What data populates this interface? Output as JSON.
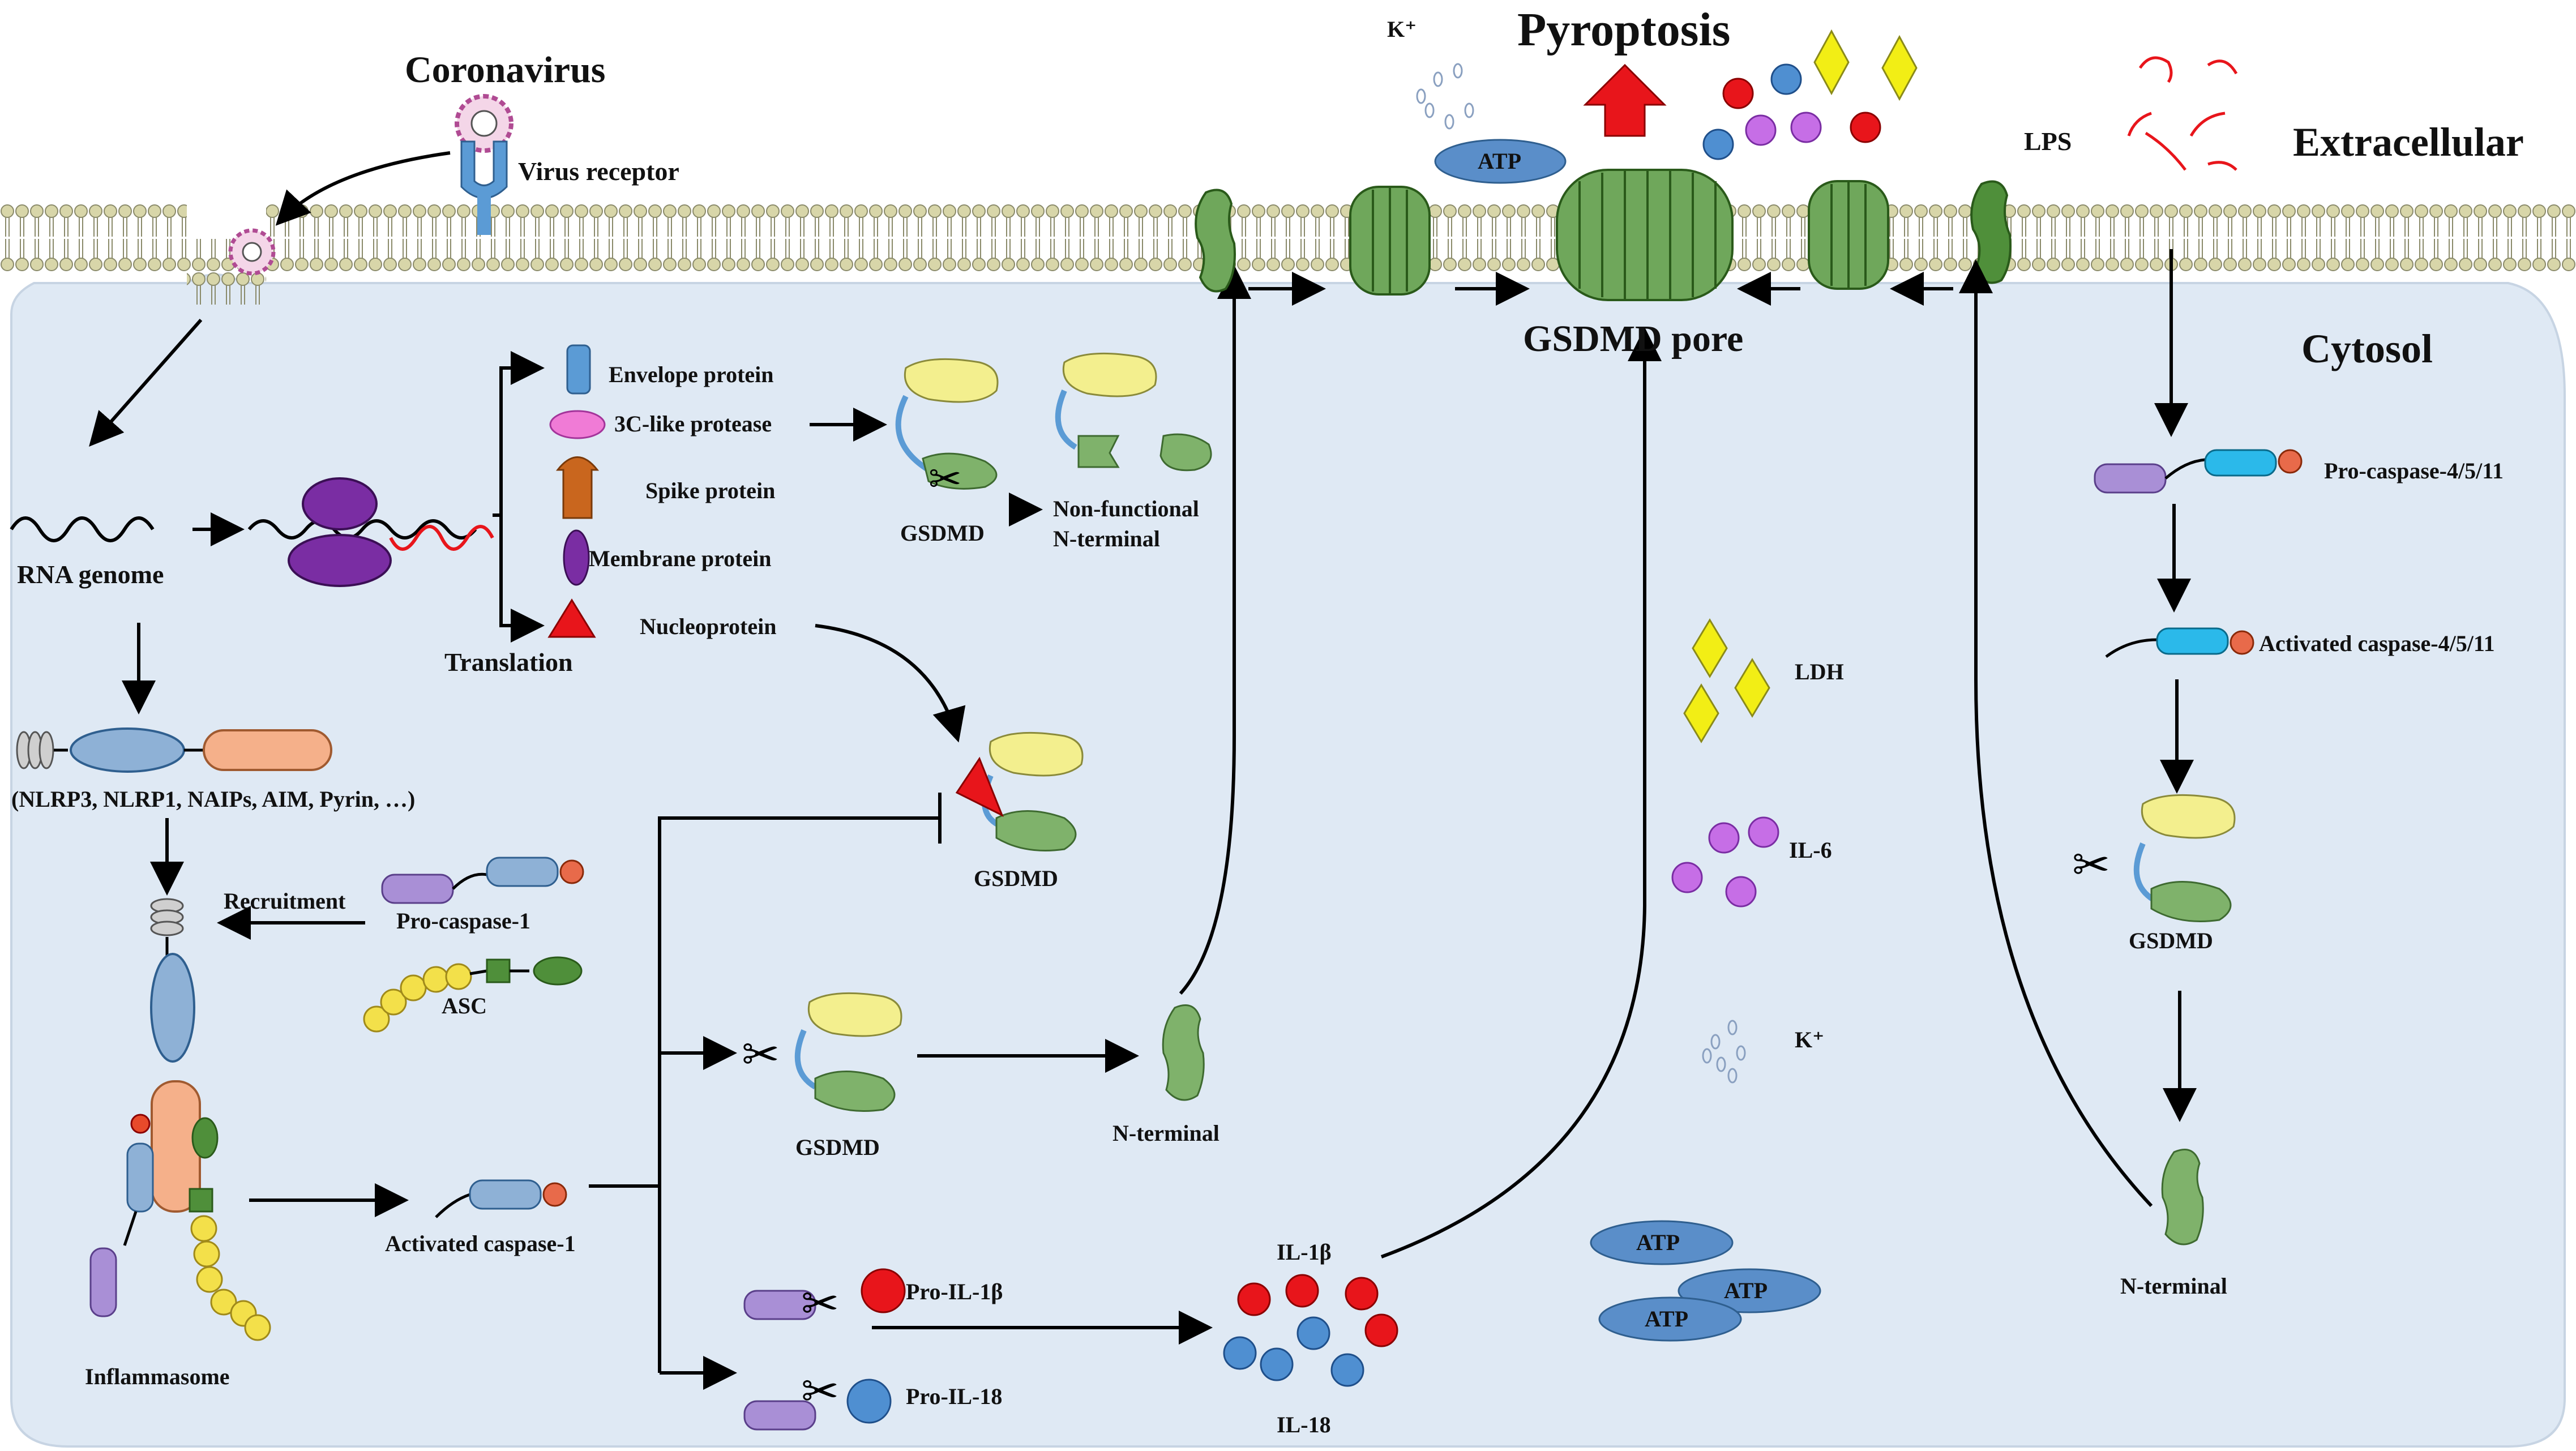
{
  "title": "Pyroptosis",
  "regions": {
    "extracellular": "Extracellular",
    "cytosol": "Cytosol"
  },
  "virus": {
    "name": "Coronavirus",
    "receptor": "Virus receptor"
  },
  "lps": "LPS",
  "rna_genome": "RNA genome",
  "translation": "Translation",
  "proteins": {
    "envelope": "Envelope protein",
    "protease": "3C-like protease",
    "spike": "Spike protein",
    "membrane": "Membrane protein",
    "nucleoprotein": "Nucleoprotein"
  },
  "gsdmd": {
    "label": "GSDMD",
    "pore": "GSDMD pore",
    "non_functional_line1": "Non-functional",
    "non_functional_line2": "N-terminal",
    "n_terminal": "N-terminal"
  },
  "sensors": "(NLRP3, NLRP1, NAIPs, AIM, Pyrin, …)",
  "recruitment": "Recruitment",
  "pro_caspase_1": "Pro-caspase-1",
  "asc": "ASC",
  "inflammasome": "Inflammasome",
  "activated_caspase_1": "Activated caspase-1",
  "pro_caspase_4511": "Pro-caspase-4/5/11",
  "activated_caspase_4511": "Activated caspase-4/5/11",
  "pro_il1b": "Pro-IL-1β",
  "pro_il18": "Pro-IL-18",
  "il1b": "IL-1β",
  "il18": "IL-18",
  "ldh": "LDH",
  "il6": "IL-6",
  "kplus": "K⁺",
  "atp": "ATP",
  "colors": {
    "cytosol": "#dfe9f4",
    "gsdmd_green": "#7fb26b",
    "gsdmd_yellow": "#f3ef8e",
    "caspase_blue": "#2bb9ea",
    "il1b_red": "#e8151b",
    "il18_blue": "#4f8fd1",
    "il6_purple": "#c66ee6",
    "ldh_yellow": "#f2ee15",
    "pyroptosis_arrow": "#e8151b",
    "atp_blue": "#5a8ec9"
  }
}
